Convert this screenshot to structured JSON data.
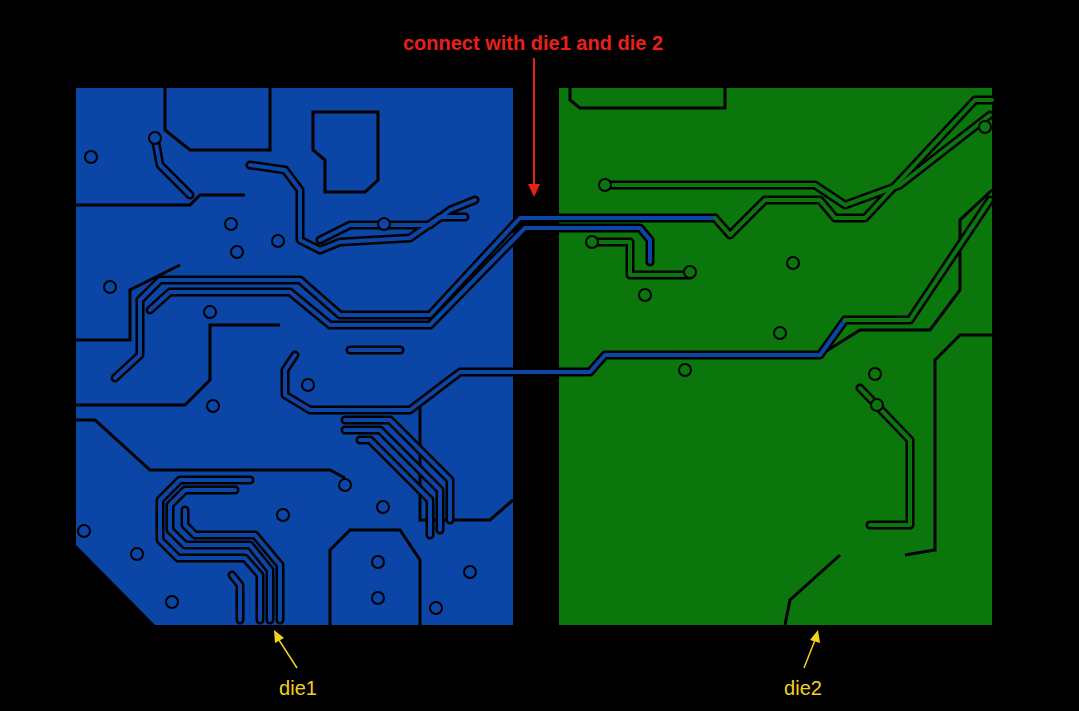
{
  "diagram": {
    "labels": [
      "connect with die1 and die 2",
      "die1",
      "die2"
    ]
  }
}
